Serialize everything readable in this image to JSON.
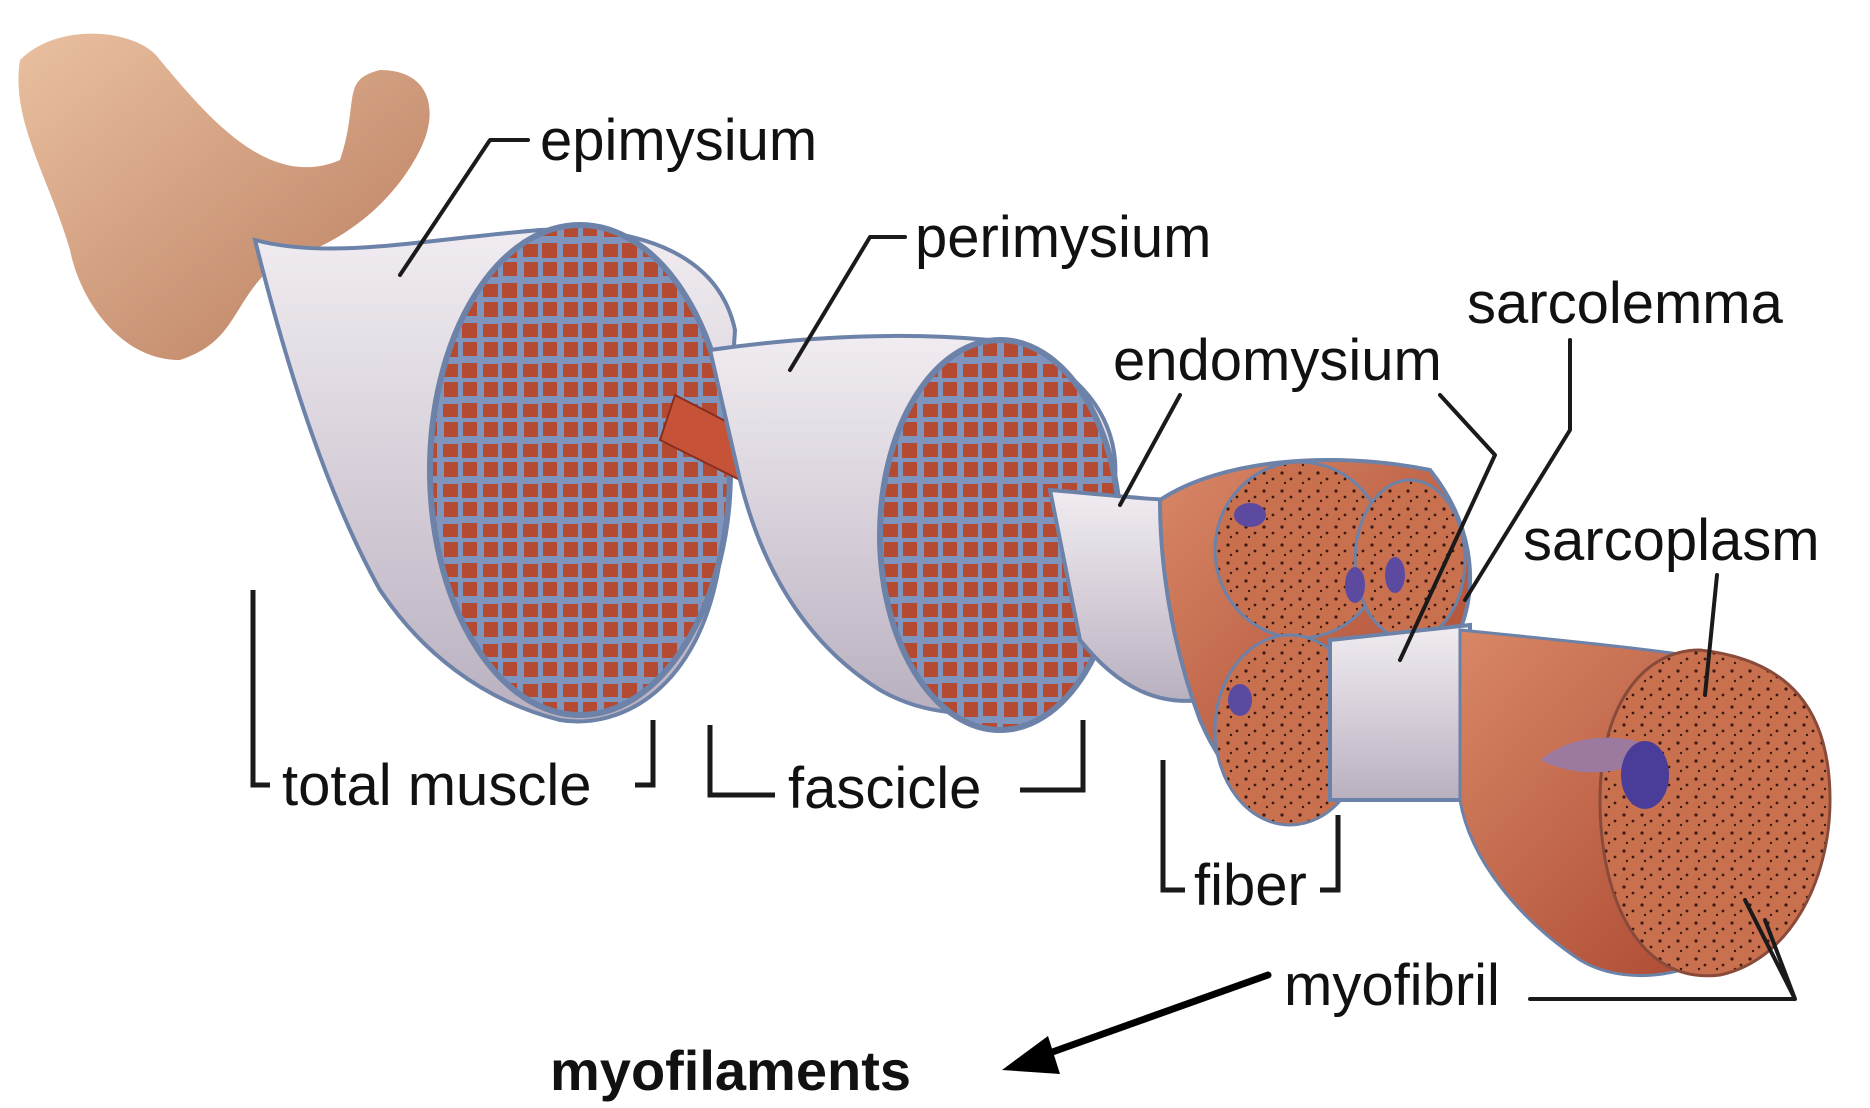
{
  "labels": {
    "epimysium": "epimysium",
    "perimysium": "perimysium",
    "sarcolemma": "sarcolemma",
    "endomysium": "endomysium",
    "sarcoplasm": "sarcoplasm",
    "total_muscle": "total muscle",
    "fascicle": "fascicle",
    "fiber": "fiber",
    "myofibril": "myofibril",
    "myofilaments": "myofilaments"
  },
  "colors": {
    "sheath": "#d9d3db",
    "sheath_edge": "#6c82a8",
    "muscle_red": "#b9533a",
    "muscle_light": "#d27a5a",
    "bone": "#d4a07e",
    "nucleus": "#5b4aa0"
  }
}
